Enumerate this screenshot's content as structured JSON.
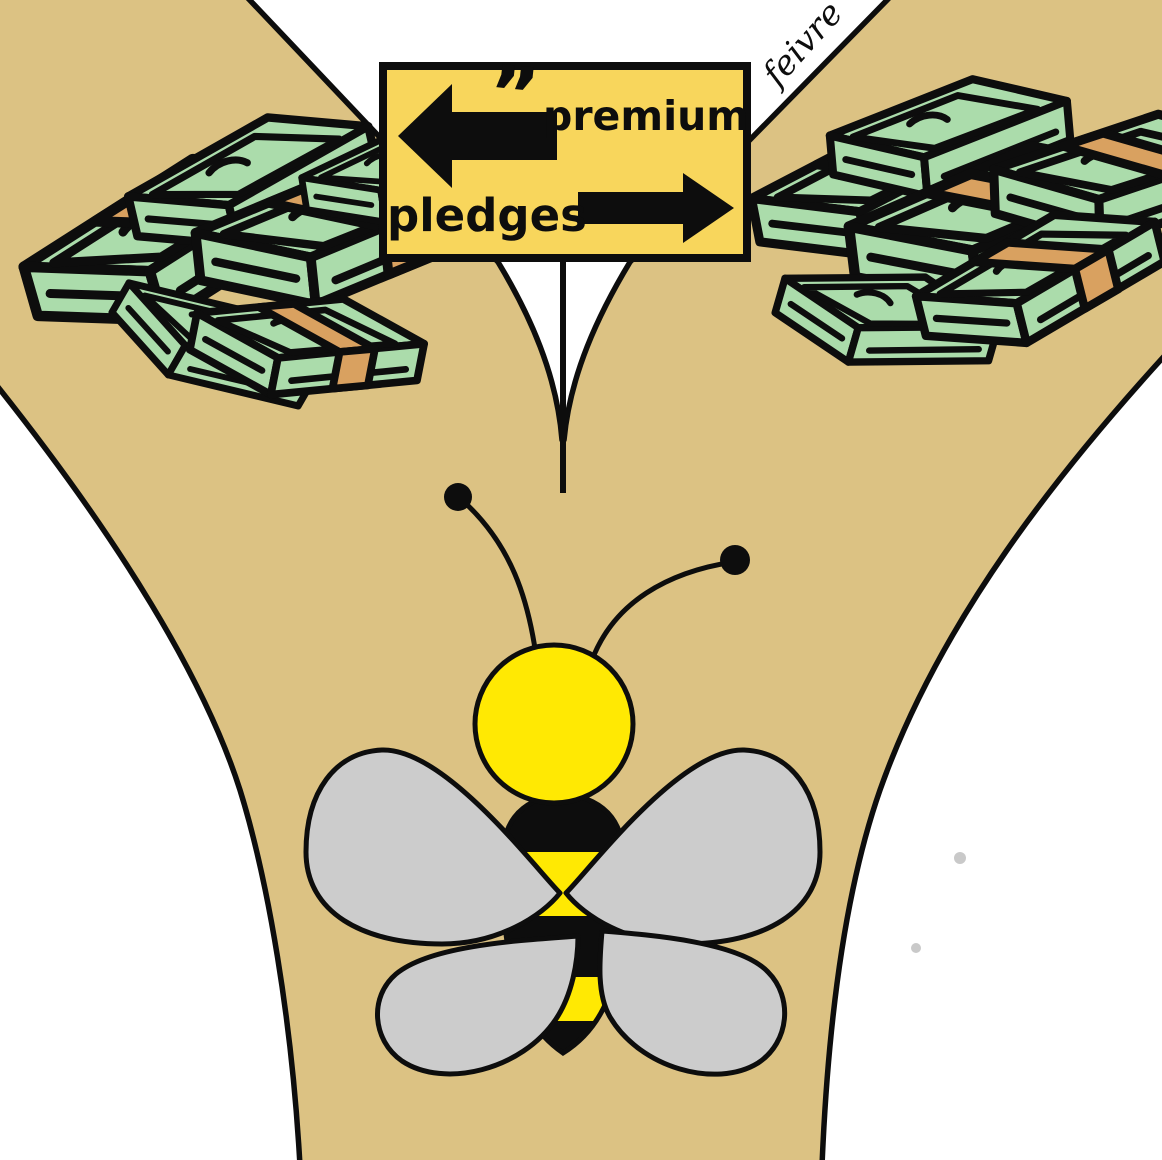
{
  "artwork": {
    "description": "Cartoon of a bee at a fork in the road with piles of cash, choosing between premium and pledges",
    "sign": {
      "quote_mark": "”",
      "left_label": "premium",
      "right_label": "pledges"
    },
    "signature": "feivre",
    "colors": {
      "background": "#ffffff",
      "road": "#dcc283",
      "outline": "#0d0d0d",
      "sign_bg": "#f8d65c",
      "money_bill": "#abdcab",
      "money_band": "#d9a160",
      "wing_gray": "#cccccc",
      "bee_yellow": "#ffe903",
      "speckle_gray": "#c9c9c9"
    }
  }
}
